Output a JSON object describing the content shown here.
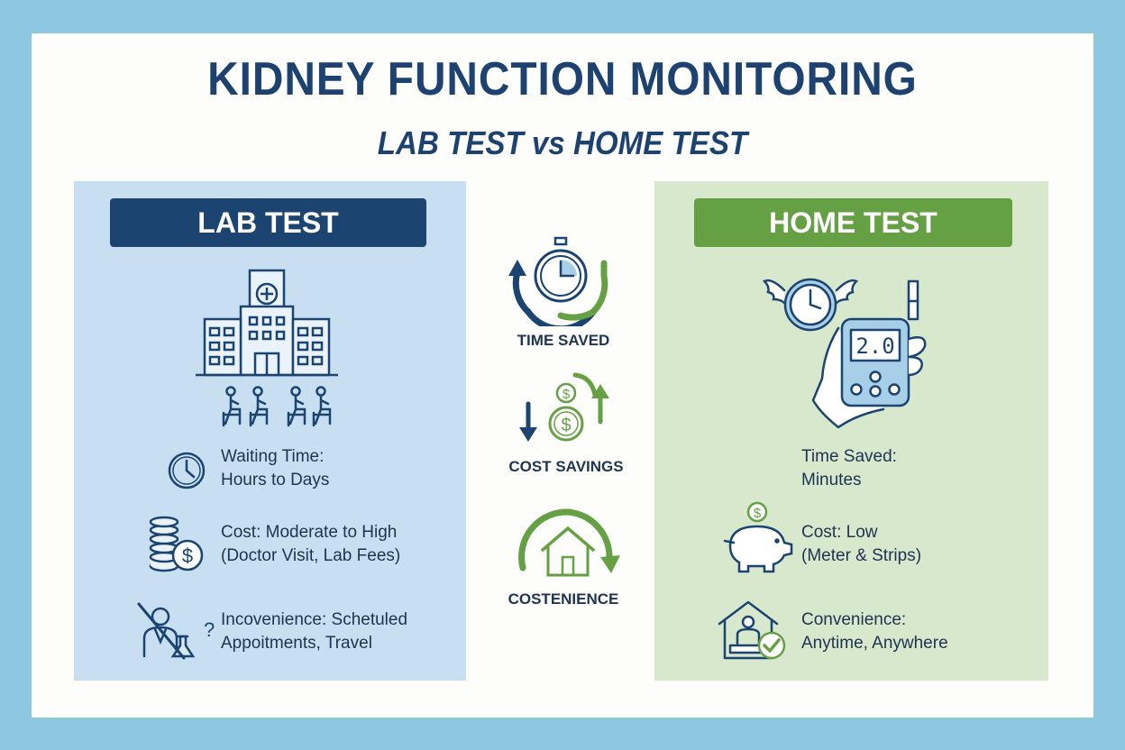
{
  "title": "KIDNEY FUNCTION MONITORING",
  "subtitle": "LAB TEST vs HOME TEST",
  "lab": {
    "header": "LAB TEST",
    "waiting_line1": "Waiting Time:",
    "waiting_line2": "Hours to Days",
    "cost_line1": "Cost: Moderate to High",
    "cost_line2": "(Doctor Visit, Lab Fees)",
    "inconv_line1": "Incovenience: Schetuled",
    "inconv_line2": "Appoitments, Travel"
  },
  "middle": {
    "time_label": "TIME SAVED",
    "cost_label": "COST SAVINGS",
    "conv_label": "COSTENIENCE"
  },
  "home": {
    "header": "HOME TEST",
    "meter_display": "2.0",
    "time_line1": "Time Saved:",
    "time_line2": "Minutes",
    "cost_line1": "Cost: Low",
    "cost_line2": "(Meter & Strips)",
    "conv_line1": "Convenience:",
    "conv_line2": "Anytime, Anywhere"
  },
  "colors": {
    "navy": "#1b4470",
    "green": "#66a045",
    "lab_panel": "#c8dff2",
    "home_panel": "#d8e8cd",
    "frame": "#8ec7e0"
  }
}
